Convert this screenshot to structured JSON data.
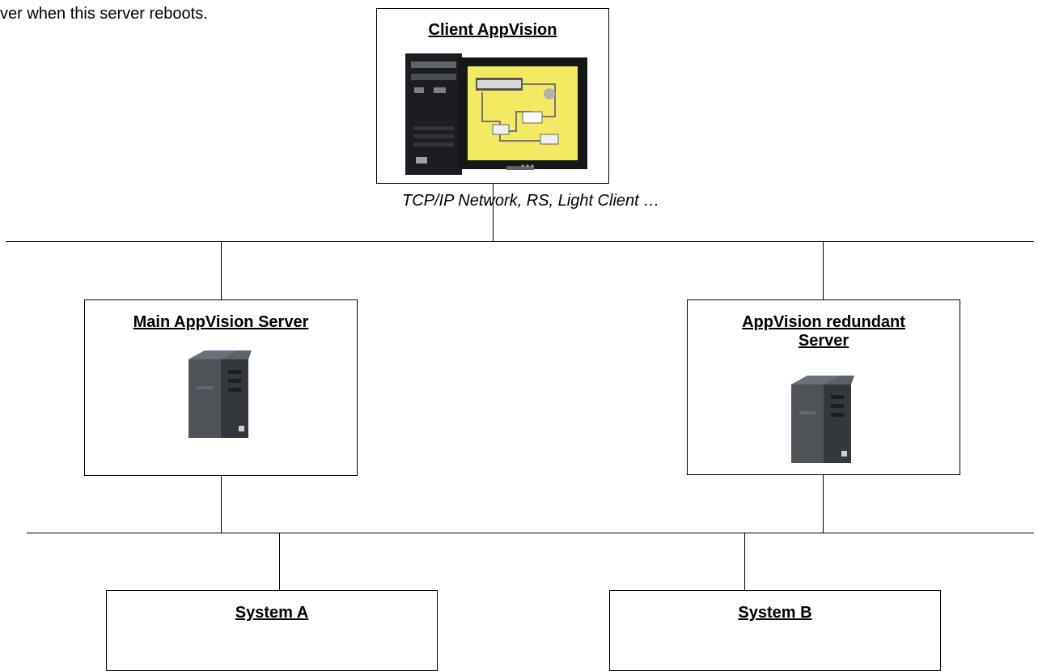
{
  "intro_text": "ver when this server reboots.",
  "network_label": "TCP/IP Network, RS, Light Client …",
  "nodes": {
    "client": {
      "title": "Client AppVision",
      "image": "desktop-computer-with-monitor"
    },
    "main_server": {
      "title": "Main AppVision Server",
      "image": "tower-server"
    },
    "redundant_server": {
      "title_line1": "AppVision redundant",
      "title_line2": "Server",
      "image": "tower-server"
    },
    "system_a": {
      "title": "System A"
    },
    "system_b": {
      "title": "System B"
    }
  },
  "colors": {
    "lines": "#000000",
    "monitor_screen": "#f2ea62",
    "server_body": "#4f5358"
  }
}
